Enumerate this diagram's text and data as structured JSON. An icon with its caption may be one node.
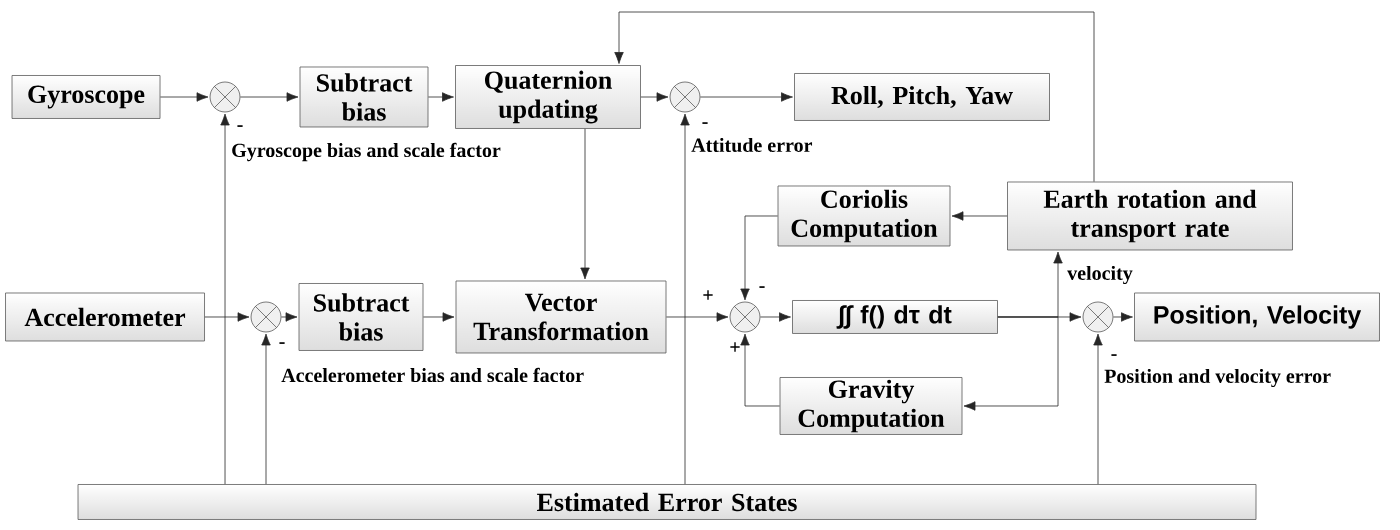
{
  "diagram": {
    "nodes": [
      {
        "text": [
          "Gyroscope"
        ]
      },
      {
        "text": [],
        "shape": "circle"
      },
      {
        "text": [
          "Subtract bias"
        ]
      },
      {
        "text": [
          "Quaternion updating"
        ]
      },
      {
        "text": [],
        "shape": "circle"
      },
      {
        "text": [
          "Roll, Pitch, Yaw"
        ]
      },
      {
        "text": [
          "Coriolis Computation"
        ]
      },
      {
        "text": [
          "Earth rotation and transport rate"
        ]
      },
      {
        "text": [
          "Accelerometer"
        ]
      },
      {
        "text": [],
        "shape": "circle"
      },
      {
        "text": [
          "Subtract bias"
        ]
      },
      {
        "text": [
          "Vector Transformation"
        ]
      },
      {
        "text": [],
        "shape": "circle"
      },
      {
        "text": [
          "∫∫ f() dτ dt"
        ]
      },
      {
        "text": [],
        "shape": "circle"
      },
      {
        "text": [
          "Position, Velocity"
        ]
      },
      {
        "text": [
          "Gravity Computation"
        ]
      },
      {
        "text": [
          "Estimated Error States"
        ]
      }
    ],
    "edges": [
      {
        "from": 0,
        "to": 1,
        "arrow": "to"
      },
      {
        "from": 1,
        "to": 2,
        "arrow": "to"
      },
      {
        "from": 2,
        "to": 3,
        "arrow": "to"
      },
      {
        "from": 3,
        "to": 4,
        "arrow": "to"
      },
      {
        "from": 4,
        "to": 5,
        "arrow": "to"
      },
      {
        "from": 3,
        "to": 11,
        "arrow": "to"
      },
      {
        "from": 7,
        "to": 3,
        "arrow": "to"
      },
      {
        "from": 7,
        "to": 6,
        "arrow": "to"
      },
      {
        "from": 6,
        "to": 12,
        "arrow": "to"
      },
      {
        "from": 8,
        "to": 9,
        "arrow": "to"
      },
      {
        "from": 9,
        "to": 10,
        "arrow": "to"
      },
      {
        "from": 10,
        "to": 11,
        "arrow": "to"
      },
      {
        "from": 11,
        "to": 12,
        "arrow": "to"
      },
      {
        "from": 12,
        "to": 13,
        "arrow": "to"
      },
      {
        "from": 13,
        "to": 14,
        "arrow": "to"
      },
      {
        "from": 14,
        "to": 15,
        "arrow": "to"
      },
      {
        "from": 13,
        "to": 7,
        "arrow": "to",
        "label": "velocity"
      },
      {
        "from": 13,
        "to": 16,
        "arrow": "to"
      },
      {
        "from": 16,
        "to": 12,
        "arrow": "to"
      },
      {
        "from": 17,
        "to": 1,
        "arrow": "to"
      },
      {
        "from": 17,
        "to": 9,
        "arrow": "to"
      },
      {
        "from": 17,
        "to": 4,
        "arrow": "to"
      },
      {
        "from": 17,
        "to": 14,
        "arrow": "to"
      }
    ],
    "labels": [
      "-",
      "Gyroscope bias and scale factor",
      "-",
      "Attitude error",
      "+",
      "-",
      "-",
      "+",
      "-",
      "Accelerometer bias and scale factor",
      "Position and velocity error"
    ]
  }
}
